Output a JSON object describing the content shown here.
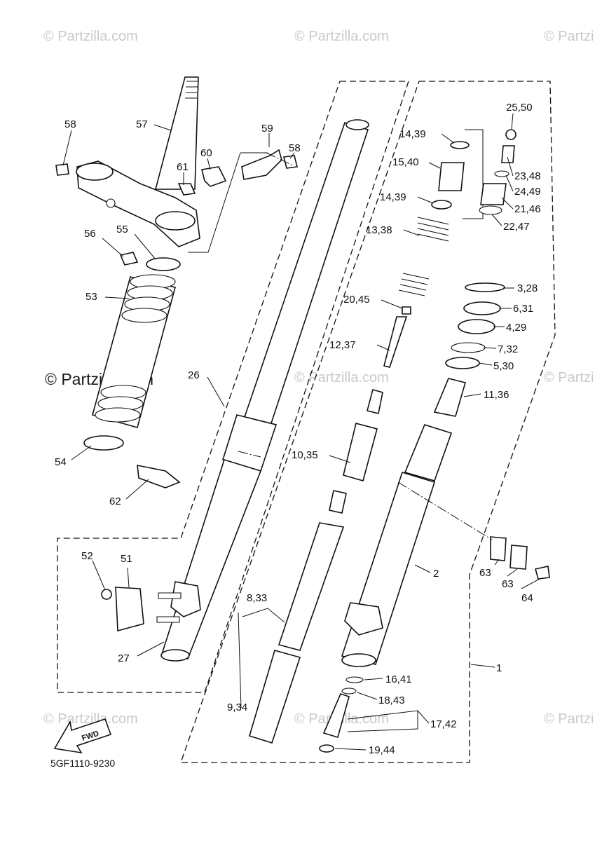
{
  "watermarks": {
    "faint": "© Partzilla.com",
    "faint_cut": "© Partzi",
    "strong": "© Partzilla.com"
  },
  "diagram_code": "5GF1110-9230",
  "fwd_label": "FWD",
  "icons": {
    "fwd": "fwd-arrow-icon"
  },
  "callouts": {
    "c58a": "58",
    "c57": "57",
    "c59": "59",
    "c60": "60",
    "c58b": "58",
    "c61": "61",
    "c56": "56",
    "c55": "55",
    "c53": "53",
    "c26": "26",
    "c54": "54",
    "c62": "62",
    "c52": "52",
    "c51": "51",
    "c27": "27",
    "c8_33": "8,33",
    "c9_34": "9,34",
    "c25_50": "25,50",
    "c14_39a": "14,39",
    "c23_48": "23,48",
    "c15_40": "15,40",
    "c24_49": "24,49",
    "c14_39b": "14,39",
    "c21_46": "21,46",
    "c22_47": "22,47",
    "c13_38": "13,38",
    "c3_28": "3,28",
    "c20_45": "20,45",
    "c6_31": "6,31",
    "c4_29": "4,29",
    "c12_37": "12,37",
    "c7_32": "7,32",
    "c5_30": "5,30",
    "c11_36": "11,36",
    "c10_35": "10,35",
    "c2": "2",
    "c63a": "63",
    "c63b": "63",
    "c64": "64",
    "c1": "1",
    "c16_41": "16,41",
    "c18_43": "18,43",
    "c17_42": "17,42",
    "c19_44": "19,44"
  }
}
